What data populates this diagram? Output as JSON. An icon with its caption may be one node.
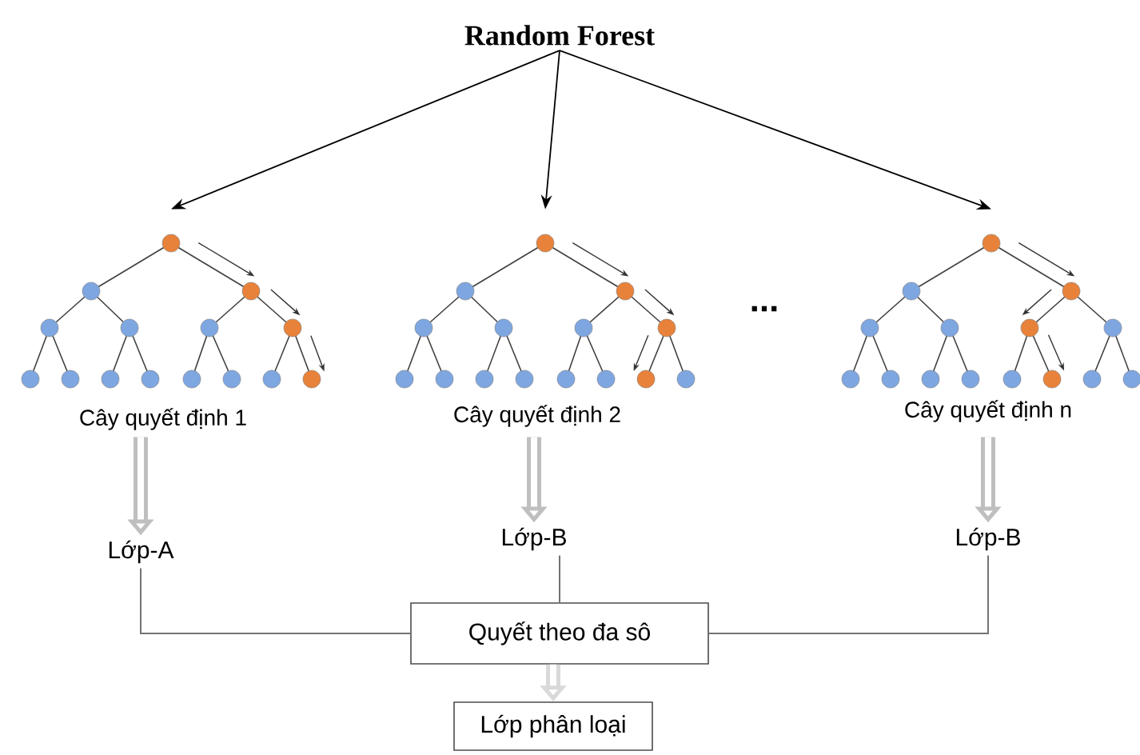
{
  "diagram": {
    "nodes": [
      {
        "text": [
          "Random Forest"
        ]
      },
      {
        "text": [],
        "shape": "picture",
        "beside": [
          "Cây quyết định 1"
        ]
      },
      {
        "text": [],
        "shape": "picture",
        "beside": [
          "Cây quyết định 2"
        ]
      },
      {
        "text": [],
        "shape": "picture",
        "beside": [
          "Cây quyết định n"
        ]
      },
      {
        "text": [
          "Lớp-A"
        ]
      },
      {
        "text": [
          "Lớp-B"
        ]
      },
      {
        "text": [
          "Lớp-B"
        ]
      },
      {
        "text": [
          "Quyết theo đa sô"
        ]
      },
      {
        "text": [
          "Lớp phân loại"
        ]
      }
    ],
    "edges": [
      {
        "from": 0,
        "to": 1,
        "arrow": "to"
      },
      {
        "from": 0,
        "to": 2,
        "arrow": "to"
      },
      {
        "from": 0,
        "to": 3,
        "arrow": "to"
      },
      {
        "from": 1,
        "to": 4,
        "arrow": "to",
        "style": "thick",
        "color": "#bfbfbf"
      },
      {
        "from": 2,
        "to": 5,
        "arrow": "to",
        "style": "thick",
        "color": "#bfbfbf"
      },
      {
        "from": 3,
        "to": 6,
        "arrow": "to",
        "style": "thick",
        "color": "#bfbfbf"
      },
      {
        "from": 4,
        "to": 7,
        "arrow": "none",
        "color": "#737373"
      },
      {
        "from": 5,
        "to": 7,
        "arrow": "none",
        "color": "#737373"
      },
      {
        "from": 6,
        "to": 7,
        "arrow": "none",
        "color": "#737373"
      },
      {
        "from": 7,
        "to": 8,
        "arrow": "to",
        "style": "thick",
        "color": "#d9d9d9"
      }
    ],
    "labels": [
      "..."
    ]
  }
}
